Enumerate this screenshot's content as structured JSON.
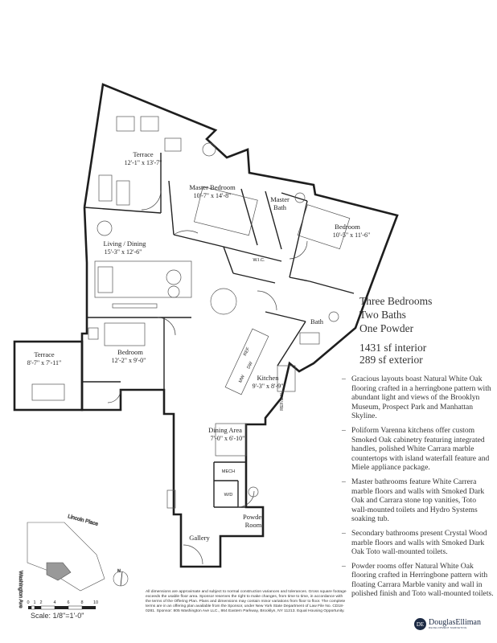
{
  "rooms": {
    "terrace_upper": {
      "name": "Terrace",
      "dims": "12'-1\" x 13'-7\""
    },
    "master_bedroom": {
      "name": "Master Bedroom",
      "dims": "10'-7\" x 14'-8\""
    },
    "master_bath": {
      "line1": "Master",
      "line2": "Bath"
    },
    "bedroom_right": {
      "name": "Bedroom",
      "dims": "10'-5\" x 11'-6\""
    },
    "living_dining": {
      "name": "Living / Dining",
      "dims": "15'-3\" x 12'-6\""
    },
    "wic": {
      "name": "W.I.C."
    },
    "bath": {
      "name": "Bath"
    },
    "terrace_left": {
      "name": "Terrace",
      "dims": "8'-7\" x 7'-11\""
    },
    "bedroom_left": {
      "name": "Bedroom",
      "dims": "12'-2\" x 9'-0\""
    },
    "kitchen": {
      "name": "Kitchen",
      "dims": "9'-3\" x 8'-9\""
    },
    "dining_area": {
      "name": "Dining Area",
      "dims": "7'-0\" x 6'-10\""
    },
    "mech": {
      "name": "MECH"
    },
    "wd": {
      "name": "W/D"
    },
    "powder_room": {
      "line1": "Powder",
      "line2": "Room"
    },
    "gallery": {
      "name": "Gallery"
    }
  },
  "appliance_labels": {
    "refrigerator": "REF",
    "dishwasher": "DW",
    "microwave": "MW",
    "refrig_dw": "REF/DW"
  },
  "summary": {
    "line1": "Three Bedrooms",
    "line2": "Two Baths",
    "line3": "One Powder"
  },
  "area": {
    "interior": "1431 sf interior",
    "exterior": "289 sf exterior"
  },
  "features": [
    "Gracious layouts boast Natural White Oak flooring crafted in a herringbone pattern with abundant light and views of the Brooklyn Museum, Prospect Park and Manhattan Skyline.",
    "Poliform Varenna kitchens offer custom Smoked Oak cabinetry featuring integrated handles, polished White Carrara marble countertops with island waterfall feature and Miele appliance package.",
    "Master bathrooms feature White Carrera marble floors and walls with Smoked Dark Oak and Carrara stone top vanities, Toto wall-mounted toilets and Hydro Systems soaking tub.",
    "Secondary bathrooms present Crystal Wood marble floors and walls with Smoked Dark Oak Toto wall-mounted toilets.",
    "Powder rooms offer Natural White Oak flooring crafted in Herringbone pattern with floating Carrara Marble vanity and wall in polished finish and Toto wall-mounted toilets."
  ],
  "feature_bullet": "–",
  "disclaimer": "All dimensions are approximate and subject to normal construction variances and tolerances. Gross square footage exceeds the usable floor area. Sponsor reserves the right to make changes, from time to time, in accordance with the terms of the Offering Plan. Plans and dimensions may contain minor variations from floor to floor. The complete terms are in an offering plan available from the Sponsor, under New York State Department of Law File No. CD18-0281. Sponsor: 805 Washington Ave LLC., 864 Eastern Parkway, Brooklyn, NY 11213. Equal Housing Opportunity.",
  "key_plan": {
    "street_top": "Lincoln Place",
    "street_left": "Washington Ave",
    "north": "N"
  },
  "scale": {
    "ticks": [
      "0",
      "1",
      "2",
      "4",
      "6",
      "8",
      "10"
    ],
    "label": "Scale: 1/8\"=1'-0\""
  },
  "logo": {
    "mark": "DE",
    "name": "DouglasElliman",
    "sub": "DEVELOPMENT MARKETING"
  }
}
